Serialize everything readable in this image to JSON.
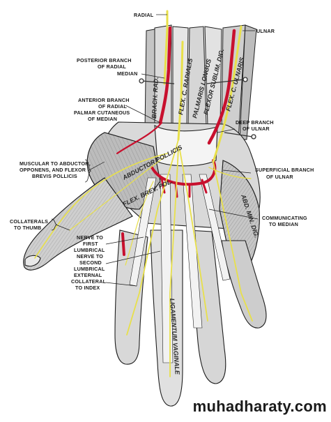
{
  "labels": {
    "radial": "RADIAL",
    "ulnar": "ULNAR",
    "posterior_branch": [
      "POSTERIOR BRANCH",
      "OF RADIAL"
    ],
    "median": "MEDIAN",
    "anterior_branch": [
      "ANTERIOR BRANCH",
      "OF RADIAL",
      "PALMAR CUTANEOUS",
      "OF MEDIAN"
    ],
    "deep_branch": [
      "DEEP BRANCH",
      "OF ULNAR"
    ],
    "muscular": [
      "MUSCULAR TO ABDUCTOR,",
      "OPPONENS, AND FLEXOR",
      "BREVIS POLLICIS"
    ],
    "superficial_branch": [
      "SUPERFICIAL BRANCH",
      "OF ULNAR"
    ],
    "collaterals": [
      "COLLATERALS",
      "TO THUMB"
    ],
    "communicating": [
      "COMMUNICATING",
      "TO MEDIAN"
    ],
    "lumbrical": [
      "NERVE TO",
      "FIRST",
      "LUMBRICAL",
      "NERVE TO",
      "SECOND",
      "LUMBRICAL",
      "EXTERNAL",
      "COLLATERAL",
      "TO INDEX"
    ]
  },
  "muscle_labels": {
    "brach_rad": "BRACH. RAD.",
    "flex_c_radialis": "FLEX. C. RADIALIS",
    "palmaris_longus": "PALMARIS LONGUS",
    "flexor_subl_dig": "FLEXOR SUBLIM. DIG.",
    "flex_c_ulnaris": "FLEX. C. ULNARIS",
    "abductor_pollicis": "ABDUCTOR POLLICIS",
    "flex_brev_poll": "FLEX. BREV. POL.",
    "abd_min_dig": "ABD. MIN. DIG.",
    "ligamentum_vaginale": "LIGAMENTUM VAGINALE"
  },
  "watermark": "muhadharaty.com",
  "colors": {
    "nerve": "#e8e04a",
    "artery": "#c8102e",
    "bone": "#ececec",
    "shade": "#8a8a8a",
    "outline": "#1e1e1e"
  }
}
